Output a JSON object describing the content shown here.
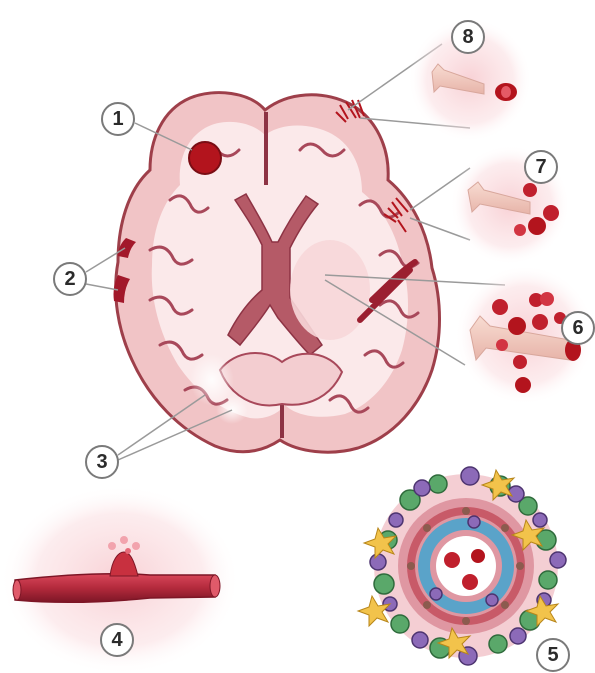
{
  "labels": {
    "l1": "1",
    "l2": "2",
    "l3": "3",
    "l4": "4",
    "l5": "5",
    "l6": "6",
    "l7": "7",
    "l8": "8"
  },
  "colors": {
    "brain_tissue": "#f1c4c6",
    "gyri_outline": "#9e3f4a",
    "white_matter": "#fbe9ea",
    "ventricle": "#b55a67",
    "hemorrhage": "#b3141d",
    "vessel": "#f2cfc4",
    "halo": "#fadcdf",
    "astrocyte": "#f2c34b",
    "microglia": "#8c6ab8",
    "pericyte": "#5aa86a",
    "endothelium": "#5aa3c9"
  }
}
